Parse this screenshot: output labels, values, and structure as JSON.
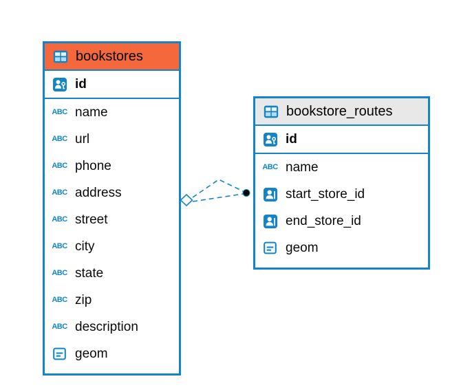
{
  "colors": {
    "table_border": "#1385c6",
    "bookstores_header": "#f4683c",
    "routes_header": "#e8e8e8",
    "connector": "#1385c6",
    "connector_dot": "#000000"
  },
  "icons": {
    "abc_glyph": "ABC"
  },
  "tables": [
    {
      "name": "bookstores",
      "columns": [
        {
          "label": "id",
          "type": "primary-key"
        },
        {
          "label": "name",
          "type": "text"
        },
        {
          "label": "url",
          "type": "text"
        },
        {
          "label": "phone",
          "type": "text"
        },
        {
          "label": "address",
          "type": "text"
        },
        {
          "label": "street",
          "type": "text"
        },
        {
          "label": "city",
          "type": "text"
        },
        {
          "label": "state",
          "type": "text"
        },
        {
          "label": "zip",
          "type": "text"
        },
        {
          "label": "description",
          "type": "text"
        },
        {
          "label": "geom",
          "type": "geometry"
        }
      ]
    },
    {
      "name": "bookstore_routes",
      "columns": [
        {
          "label": "id",
          "type": "primary-key"
        },
        {
          "label": "name",
          "type": "text"
        },
        {
          "label": "start_store_id",
          "type": "reference"
        },
        {
          "label": "end_store_id",
          "type": "reference"
        },
        {
          "label": "geom",
          "type": "geometry"
        }
      ]
    }
  ],
  "relationships": [
    {
      "from_table": "bookstore_routes",
      "to_table": "bookstores",
      "style": "dashed",
      "lines": 2,
      "source_marker": "diamond",
      "target_marker": "dot"
    }
  ]
}
